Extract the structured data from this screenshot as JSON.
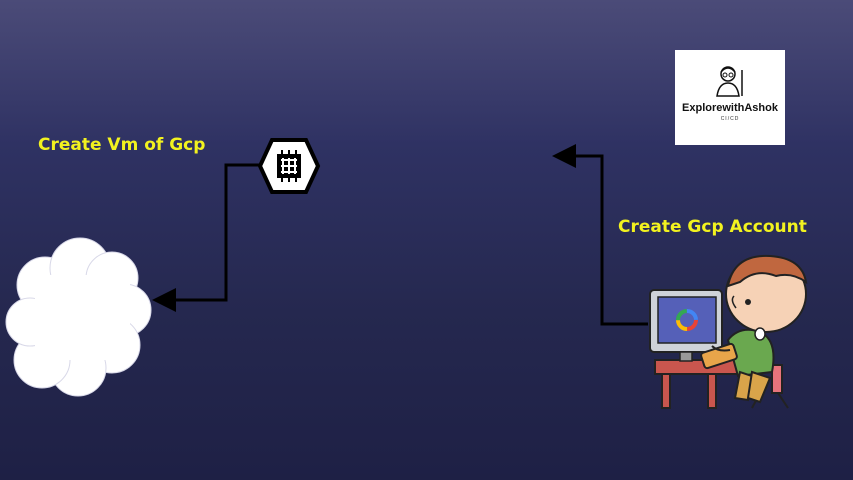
{
  "labels": {
    "vm": "Create Vm of Gcp",
    "account": "Create Gcp Account"
  },
  "logo": {
    "title": "ExplorewithAshok",
    "subtitle": "CI/CD"
  },
  "icons": {
    "compute": "compute-engine-hexagon-icon",
    "cloud": "cloud-shape-icon",
    "person": "person-at-computer-icon",
    "logo_figure": "person-with-pointer-icon",
    "gcp": "google-cloud-logo-icon"
  },
  "colors": {
    "label": "#f2f21f",
    "background": "#2a2d5a",
    "arrow": "#000000"
  }
}
